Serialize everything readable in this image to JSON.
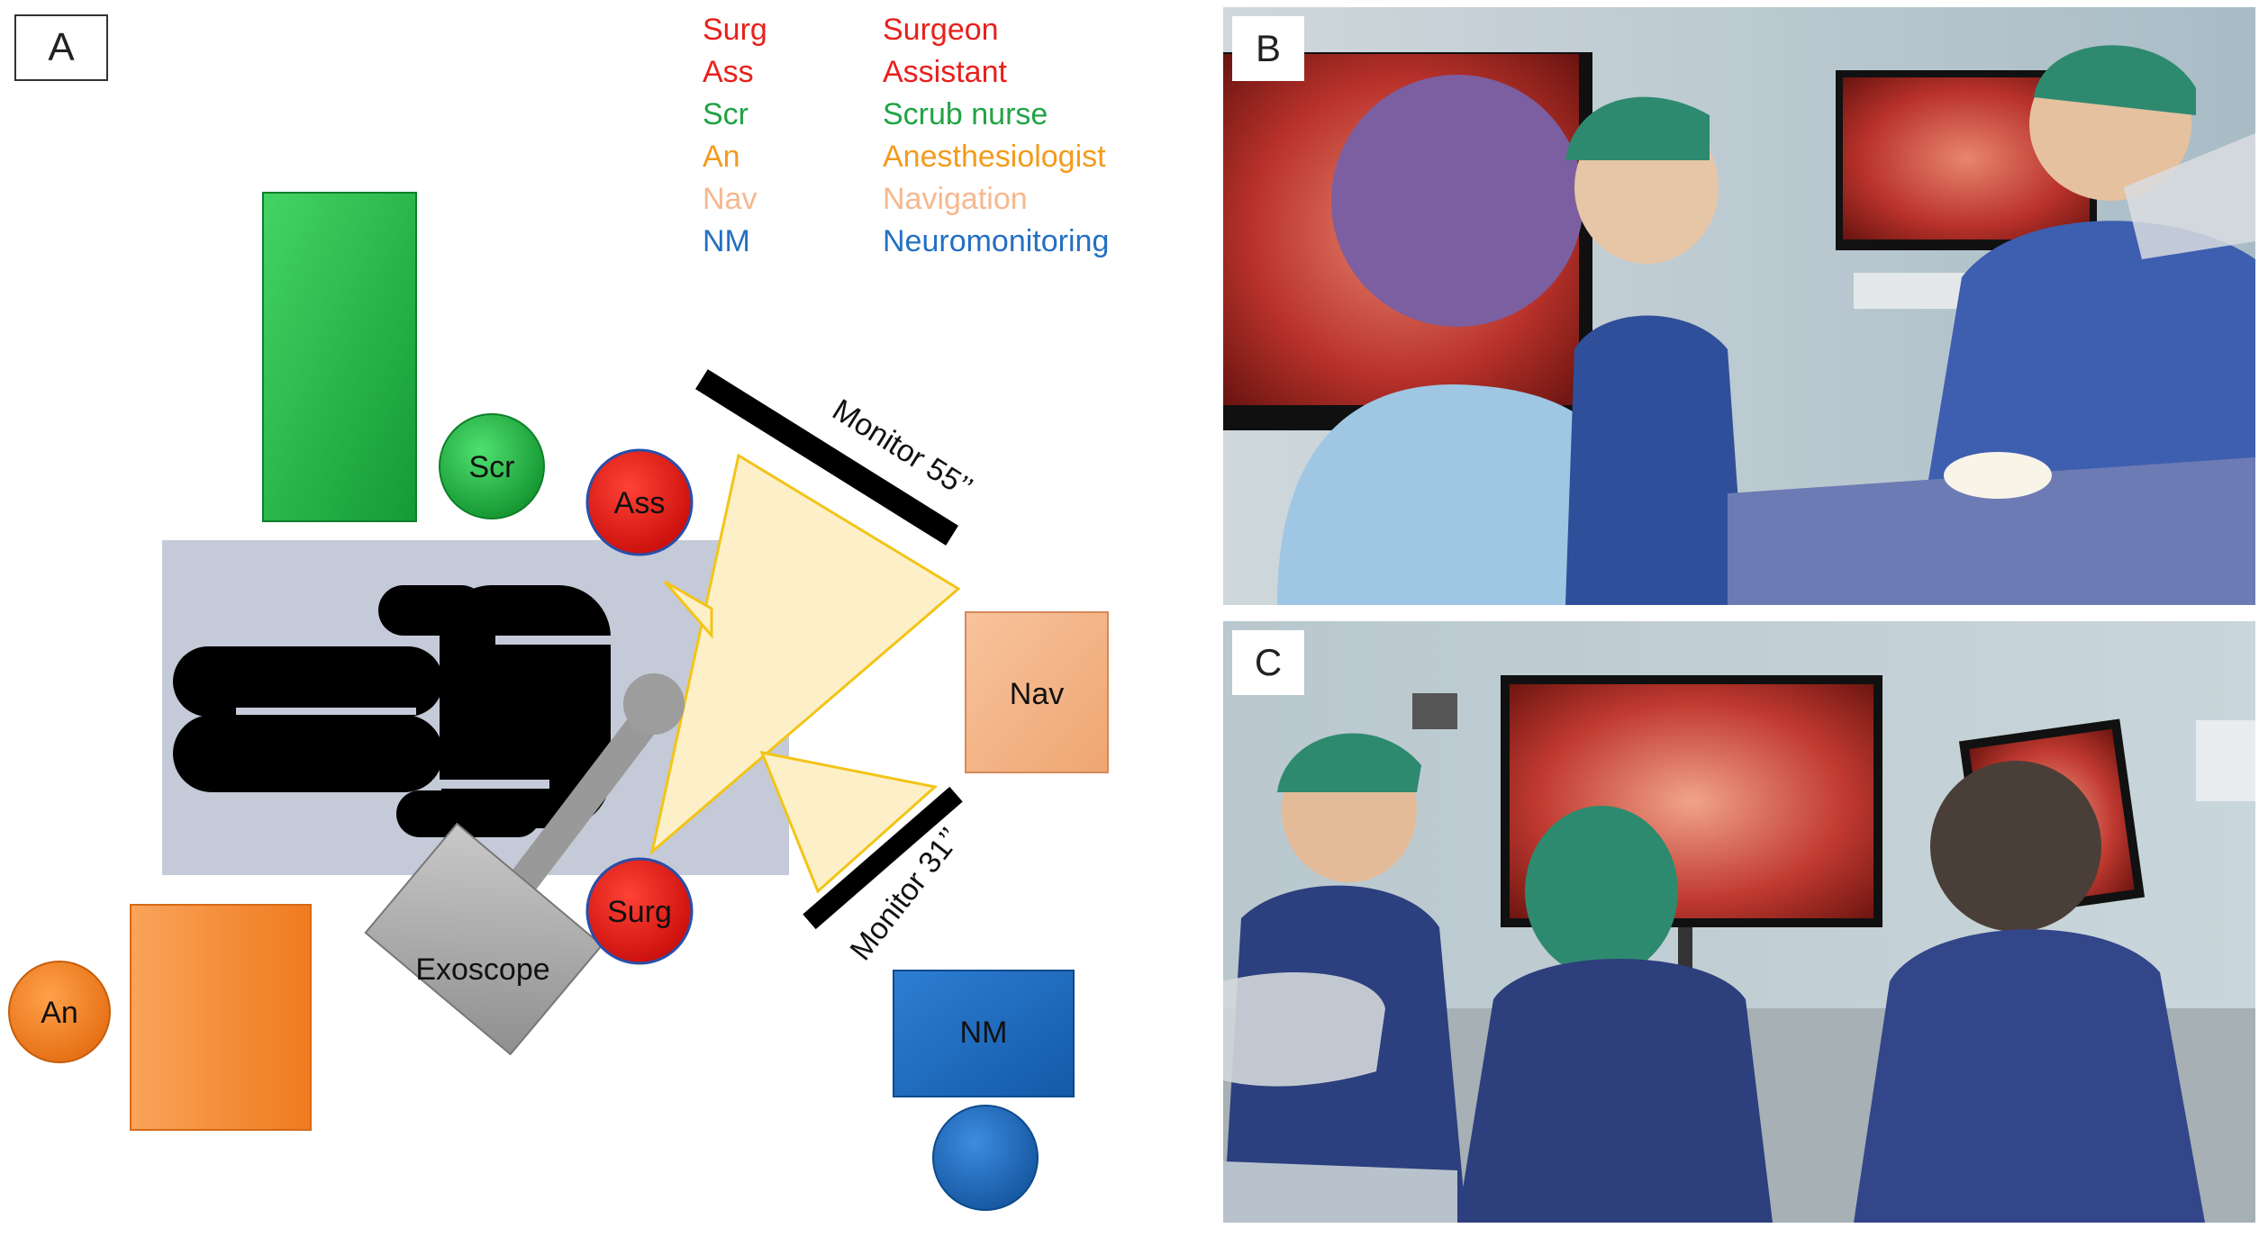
{
  "panel_a": {
    "label": "A",
    "legend": {
      "abbreviations": [
        {
          "abbr": "Surg",
          "color": "#e8201c"
        },
        {
          "abbr": "Ass",
          "color": "#e8201c"
        },
        {
          "abbr": "Scr",
          "color": "#21a345"
        },
        {
          "abbr": "An",
          "color": "#f39b1d"
        },
        {
          "abbr": "Nav",
          "color": "#f5b890"
        },
        {
          "abbr": "NM",
          "color": "#2470c0"
        }
      ],
      "full_names": [
        {
          "name": "Surgeon",
          "color": "#e8201c"
        },
        {
          "name": "Assistant",
          "color": "#e8201c"
        },
        {
          "name": "Scrub nurse",
          "color": "#21a345"
        },
        {
          "name": "Anesthesiologist",
          "color": "#f39b1d"
        },
        {
          "name": "Navigation",
          "color": "#f5b890"
        },
        {
          "name": "Neuromonitoring",
          "color": "#2470c0"
        }
      ]
    },
    "labels": {
      "scr": "Scr",
      "ass": "Ass",
      "surg": "Surg",
      "an": "An",
      "nav": "Nav",
      "nm": "NM",
      "exoscope": "Exoscope",
      "monitor_large": "Monitor 55’’",
      "monitor_small": "Monitor 31’’"
    },
    "colors": {
      "table": "#c5cad8",
      "green": "#2fbf4a",
      "red": "#e8211c",
      "orange": "#f7902f",
      "peach": "#f6b98c",
      "blue": "#1f6fc4",
      "beam": "#fdf0c8",
      "beam_edge": "#f2c417",
      "gray": "#a8a8a8",
      "patient": "#000000"
    }
  },
  "panel_b": {
    "label": "B"
  },
  "panel_c": {
    "label": "C"
  }
}
